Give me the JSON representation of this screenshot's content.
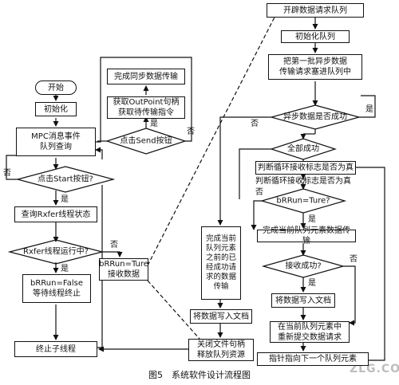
{
  "nodes": {
    "start": "开始",
    "init": "初始化",
    "mpc_query": "MPC消息事件\n队列查询",
    "dec_start": "点击Start按钮?",
    "query_rxfer": "查询Rxfer线程状态",
    "dec_rxfer": "Rxfer线程运行中?",
    "brrun_false": "bRRun=False\n等待线程终止",
    "terminate": "终止子线程",
    "brrun_true": "bRRun=Ture\n接收数据",
    "dec_send": "点击Send按钮",
    "get_outpoint": "获取OutPoint句柄\n获取待传输指令",
    "sync_done": "完成同步数据传输",
    "open_queue": "开辟数据请求队列",
    "init_queue": "初始化队列",
    "push_async": "把第一批异步数据\n传输请求塞进队列中",
    "dec_async": "异步数据是否成功",
    "dec_all": "全部成功",
    "dec_loop": "判断循环接收标志是否为真",
    "dec_brrun": "bRRun=Ture?",
    "complete_cur": "完成当前队列元素数据传输",
    "dec_recv": "接收成功?",
    "write_file_r": "将数据写入文档",
    "resubmit": "在当前队列元素中\n重新提交数据请求",
    "next_elem": "指针指向下一个队列元素",
    "complete_prev": "完成当前队列元素之前的已经成功请求的数据传输",
    "write_file_l": "将数据写入文档",
    "close_file": "关闭文件句柄\n释放队列资源"
  },
  "labels": {
    "yes": "是",
    "no": "否"
  },
  "caption": "图5　系统软件设计流程图",
  "watermark": "ZLG.COM"
}
